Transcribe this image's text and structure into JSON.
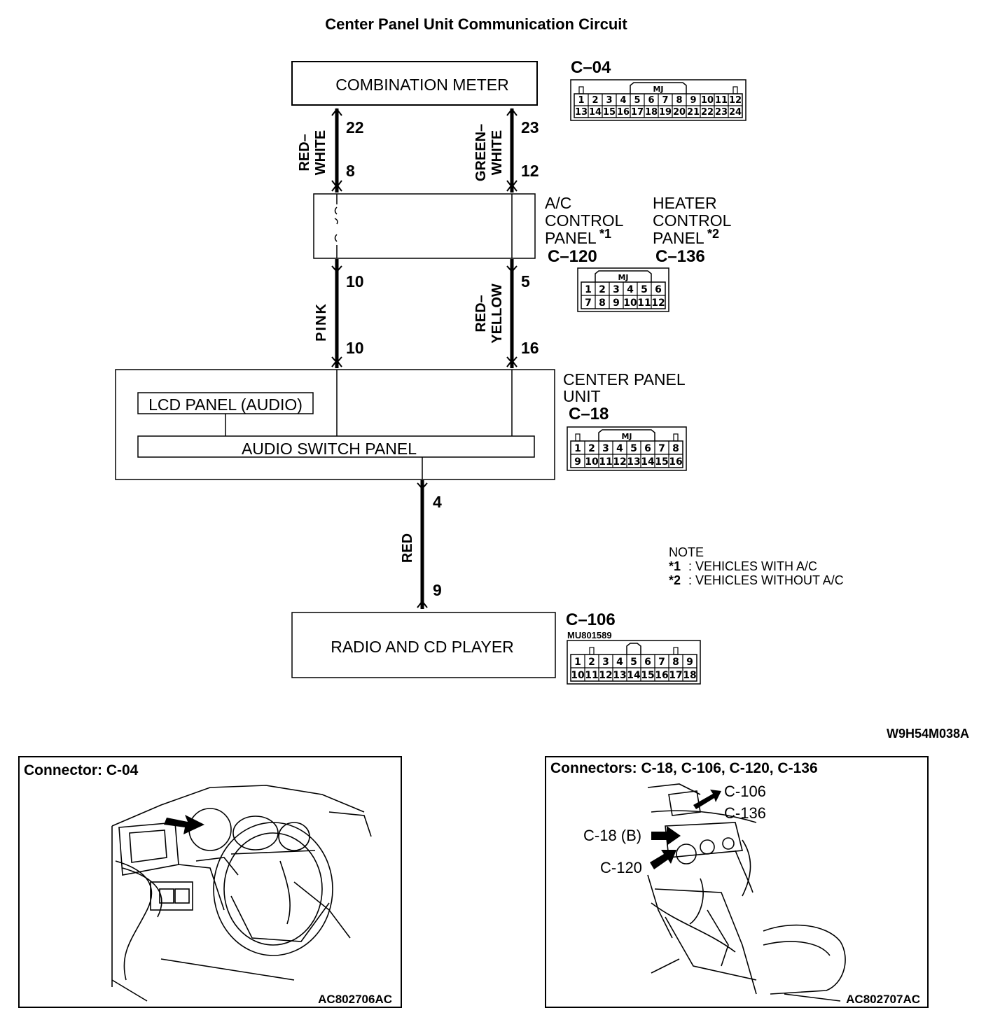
{
  "title": "Center Panel Unit Communication Circuit",
  "boxes": {
    "combination_meter": "COMBINATION METER",
    "center_panel_label_1": "CENTER PANEL",
    "center_panel_label_2": "UNIT",
    "lcd_panel": "LCD PANEL (AUDIO)",
    "audio_switch_panel": "AUDIO SWITCH PANEL",
    "radio": "RADIO AND CD PLAYER",
    "ac_panel": [
      "A/C",
      "CONTROL",
      "PANEL"
    ],
    "heater_panel": [
      "HEATER",
      "CONTROL",
      "PANEL"
    ],
    "ac_mark": "*1",
    "heater_mark": "*2"
  },
  "connectors": {
    "c04": {
      "id": "C–04",
      "tag": "MJ",
      "row1": [
        "1",
        "2",
        "3",
        "4",
        "5",
        "6",
        "7",
        "8",
        "9",
        "10",
        "11",
        "12"
      ],
      "row2": [
        "13",
        "14",
        "15",
        "16",
        "17",
        "18",
        "19",
        "20",
        "21",
        "22",
        "23",
        "24"
      ]
    },
    "c120": "C–120",
    "c136": {
      "id": "C–136",
      "tag": "MJ",
      "row1": [
        "1",
        "2",
        "3",
        "4",
        "5",
        "6"
      ],
      "row2": [
        "7",
        "8",
        "9",
        "10",
        "11",
        "12"
      ]
    },
    "c18": {
      "id": "C–18",
      "tag": "MJ",
      "row1": [
        "1",
        "2",
        "3",
        "4",
        "5",
        "6",
        "7",
        "8"
      ],
      "row2": [
        "9",
        "10",
        "11",
        "12",
        "13",
        "14",
        "15",
        "16"
      ]
    },
    "c106": {
      "id": "C–106",
      "part": "MU801589",
      "row1": [
        "1",
        "2",
        "3",
        "4",
        "5",
        "6",
        "7",
        "8",
        "9"
      ],
      "row2": [
        "10",
        "11",
        "12",
        "13",
        "14",
        "15",
        "16",
        "17",
        "18"
      ]
    }
  },
  "wires": {
    "w1": {
      "color": [
        "RED–",
        "WHITE"
      ],
      "top_pin": "22",
      "bottom_pin": "8"
    },
    "w2": {
      "color": [
        "GREEN–",
        "WHITE"
      ],
      "top_pin": "23",
      "bottom_pin": "12"
    },
    "w3": {
      "color": "PINK",
      "top_pin": "10",
      "bottom_pin": "10"
    },
    "w4": {
      "color": [
        "RED–",
        "YELLOW"
      ],
      "top_pin": "5",
      "bottom_pin": "16"
    },
    "w5": {
      "color": "RED",
      "top_pin": "4",
      "bottom_pin": "9"
    }
  },
  "note": {
    "heading": "NOTE",
    "lines": [
      {
        "mark": "*1",
        "text": " : VEHICLES WITH A/C"
      },
      {
        "mark": "*2",
        "text": " : VEHICLES WITHOUT A/C"
      }
    ]
  },
  "diagram_code": "W9H54M038A",
  "location_left": {
    "title": "Connector: C-04",
    "code": "AC802706AC"
  },
  "location_right": {
    "title": "Connectors: C-18, C-106, C-120, C-136",
    "code": "AC802707AC",
    "callouts": [
      "C-106",
      "C-136",
      "C-18 (B)",
      "C-120"
    ]
  },
  "colors": {
    "line": "#000000",
    "background": "#ffffff"
  },
  "icons": [
    "arrow-right-icon",
    "connector-face-icon",
    "wire-break-icon"
  ]
}
